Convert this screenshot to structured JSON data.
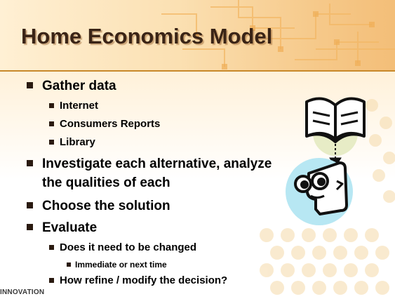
{
  "slide": {
    "title": "Home Economics Model",
    "footer_logo": "INNOVATION",
    "bullets": [
      {
        "text": "Gather data",
        "level": 1
      },
      {
        "text": "Internet",
        "level": 2
      },
      {
        "text": "Consumers Reports",
        "level": 2
      },
      {
        "text": "Library",
        "level": 2
      },
      {
        "text": "Investigate each alternative, analyze",
        "continuation": "the qualities of each",
        "level": 1
      },
      {
        "text": "Choose the solution",
        "level": 1
      },
      {
        "text": "Evaluate",
        "level": 1
      },
      {
        "text": "Does it need to be changed",
        "level": 2
      },
      {
        "text": "Immediate or next time",
        "level": 3
      },
      {
        "text": "How refine / modify the decision?",
        "level": 2
      }
    ],
    "clipart": {
      "icons": [
        "open-book-icon",
        "down-arrow-icon",
        "thinking-face-icon"
      ]
    },
    "colors": {
      "title": "#3a2416",
      "accent_rule": "#c8892b",
      "bullet": "#2a1a10",
      "circle": "#b7e7f3"
    }
  }
}
